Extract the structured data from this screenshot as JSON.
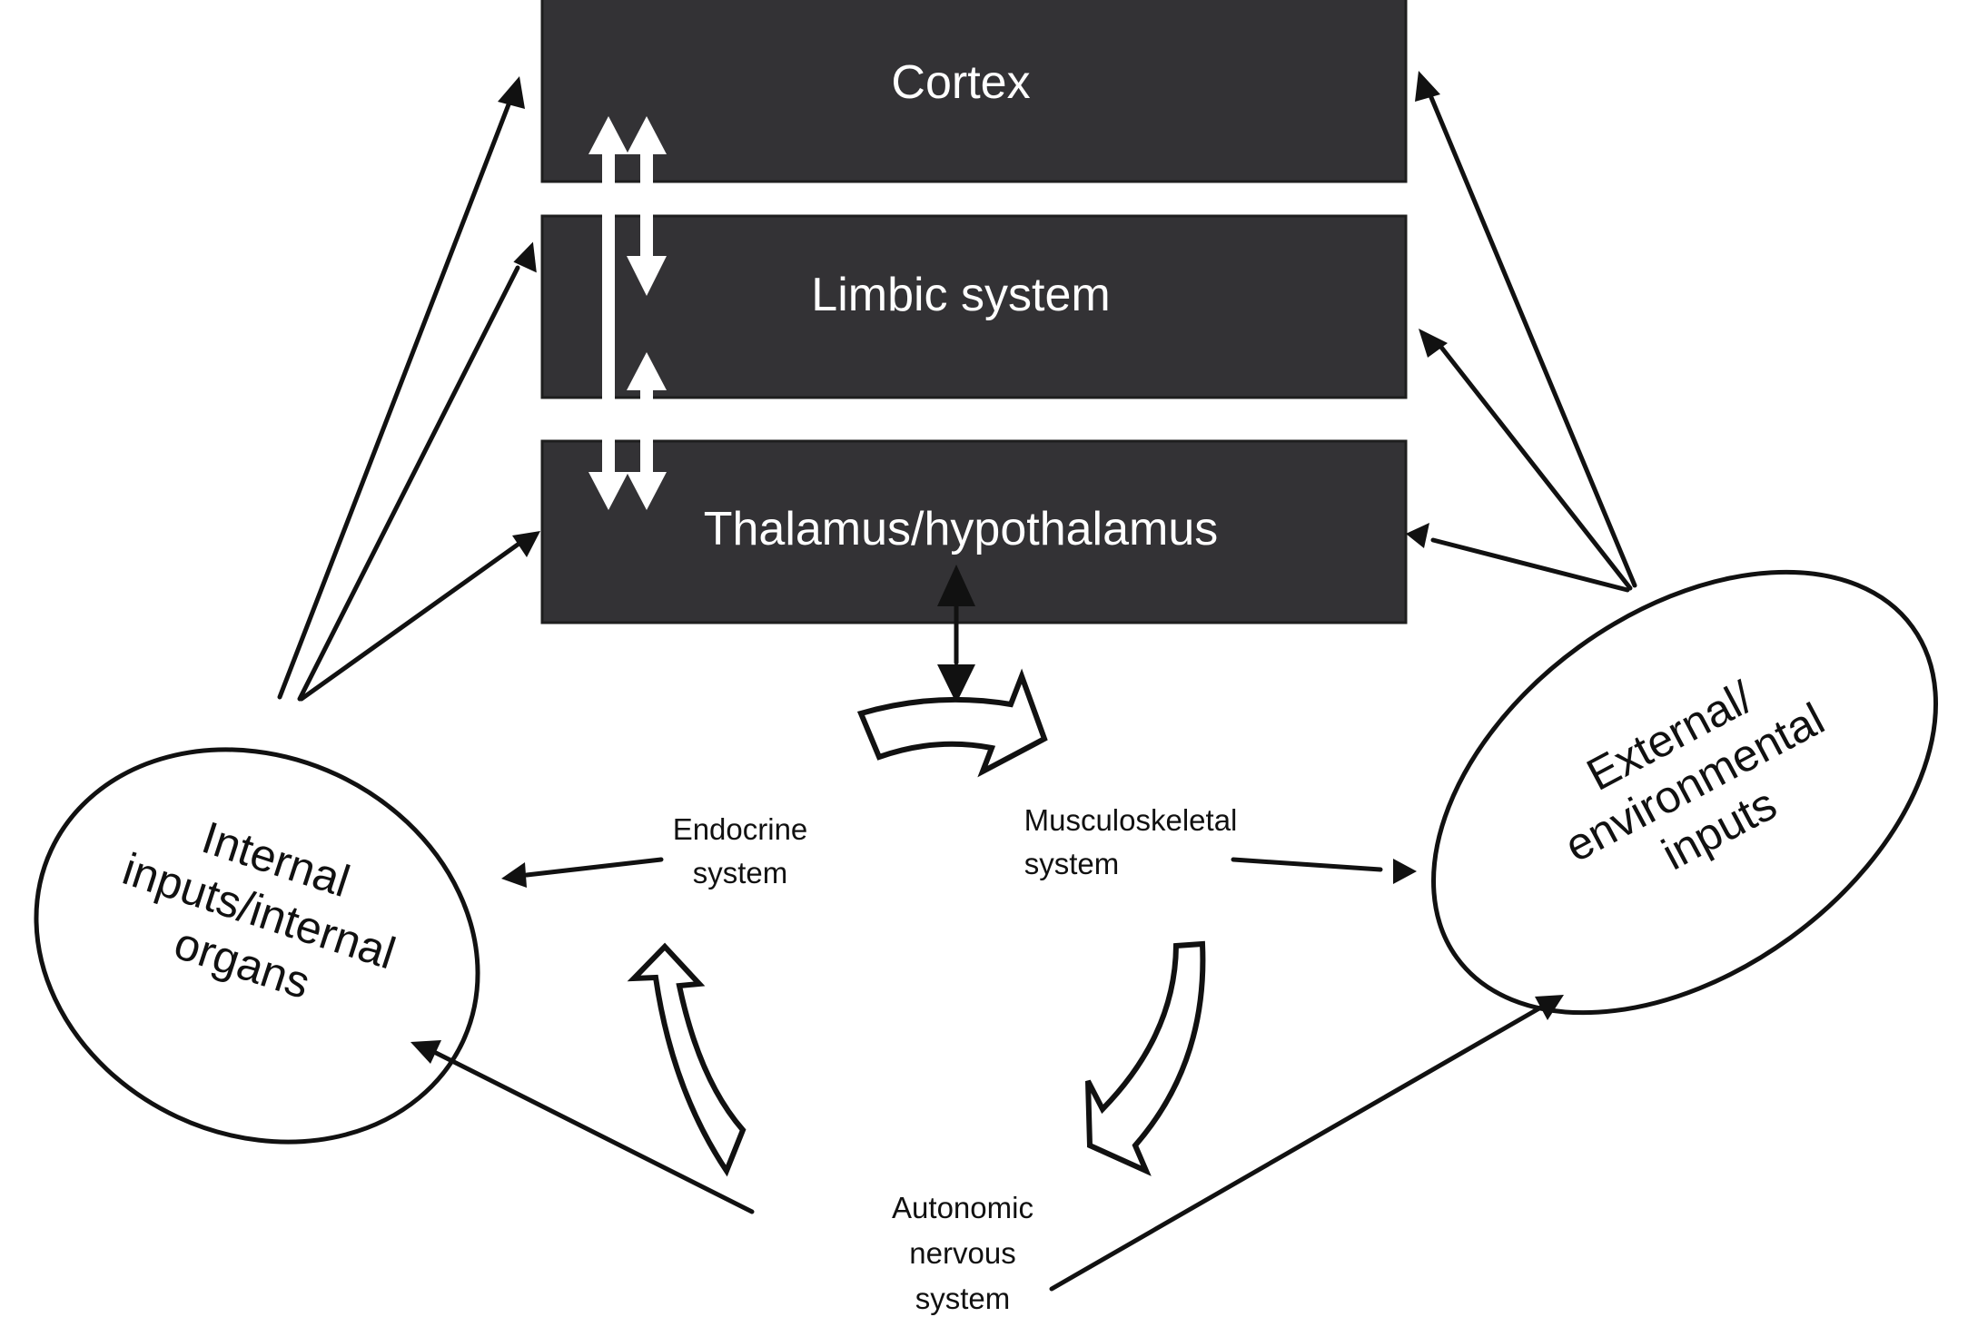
{
  "diagram": {
    "boxes": [
      {
        "id": "cortex",
        "label": "Cortex"
      },
      {
        "id": "limbic",
        "label": "Limbic system"
      },
      {
        "id": "thalamus",
        "label": "Thalamus/hypothalamus"
      }
    ],
    "internal_inputs": {
      "lines": [
        "Internal",
        "inputs/internal",
        "organs"
      ]
    },
    "external_inputs": {
      "lines": [
        "External/",
        "environmental",
        "inputs"
      ]
    },
    "endocrine": {
      "lines": [
        "Endocrine",
        "system"
      ]
    },
    "musculoskeletal": {
      "lines": [
        "Musculoskeletal",
        "system"
      ]
    },
    "autonomic": {
      "lines": [
        "Autonomic",
        "nervous",
        "system"
      ]
    },
    "colors": {
      "box_fill": "#333235",
      "line": "#111111",
      "background": "#ffffff"
    }
  }
}
